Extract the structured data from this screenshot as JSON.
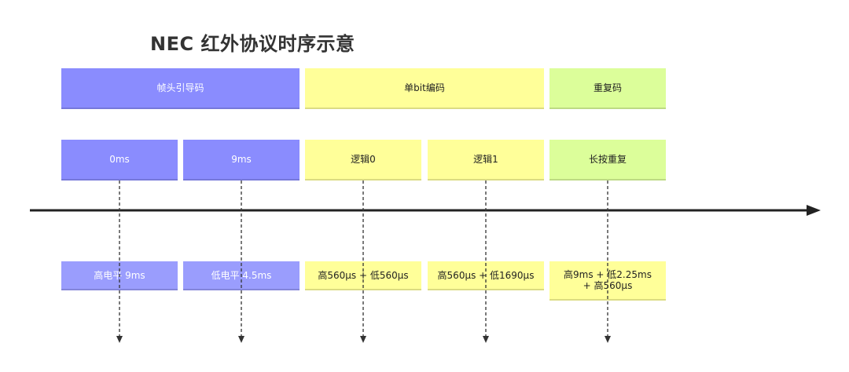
{
  "title": "NEC 红外协议时序示意",
  "sections": {
    "leader": "帧头引导码",
    "bit": "单bit编码",
    "repeat": "重复码"
  },
  "events": [
    {
      "label": "0ms",
      "level": "高电平 9ms"
    },
    {
      "label": "9ms",
      "level": "低电平 4.5ms"
    },
    {
      "label": "逻辑0",
      "level": "高560μs + 低560μs"
    },
    {
      "label": "逻辑1",
      "level": "高560μs + 低1690μs"
    },
    {
      "label": "长按重复",
      "level": "高9ms + 低2.25ms + 高560μs"
    }
  ],
  "colors": {
    "leader": "#8a8cfe",
    "bit": "#ffff99",
    "repeat": "#dcfe9a",
    "axis": "#222222"
  }
}
